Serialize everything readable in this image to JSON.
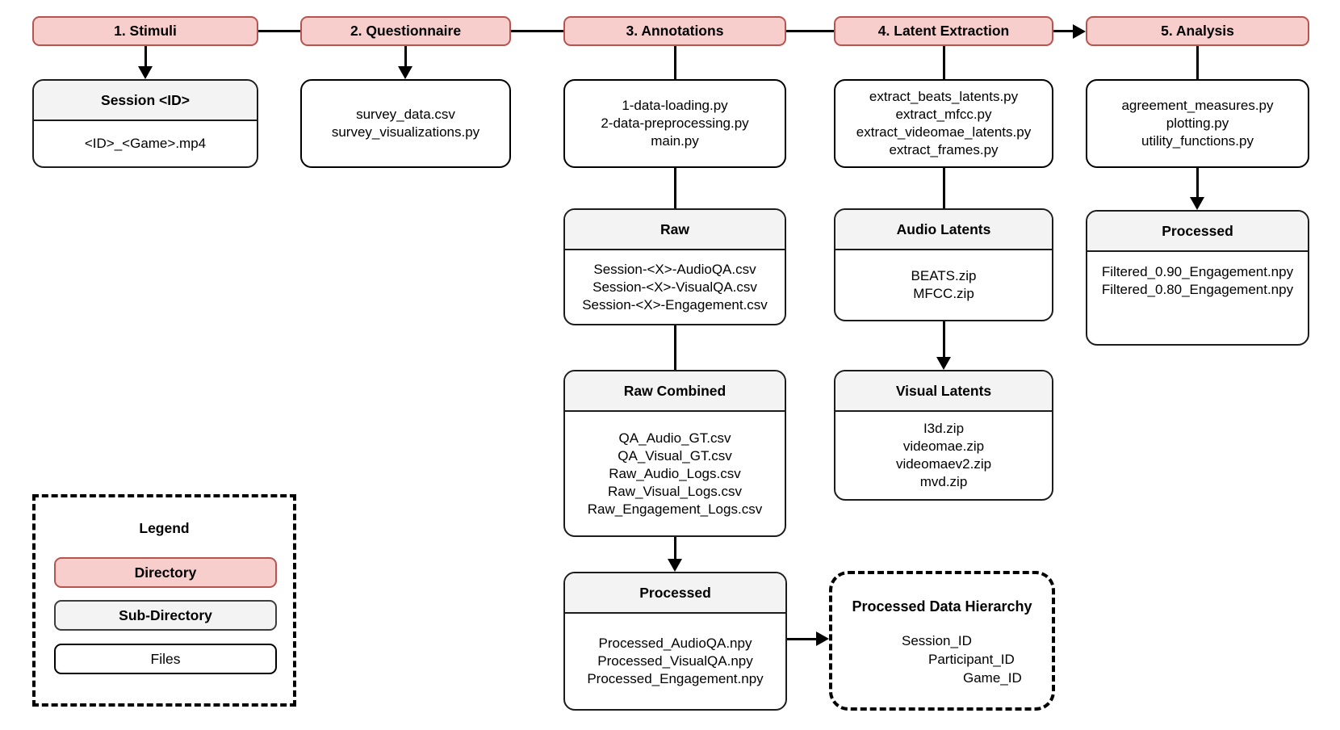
{
  "stages": [
    {
      "label": "1. Stimuli"
    },
    {
      "label": "2. Questionnaire"
    },
    {
      "label": "3. Annotations"
    },
    {
      "label": "4. Latent Extraction"
    },
    {
      "label": "5. Analysis"
    }
  ],
  "stimuli": {
    "session_box": {
      "title": "Session <ID>",
      "files": [
        "<ID>_<Game>.mp4"
      ]
    }
  },
  "questionnaire": {
    "files": [
      "survey_data.csv",
      "survey_visualizations.py"
    ]
  },
  "annotations": {
    "scripts": [
      "1-data-loading.py",
      "2-data-preprocessing.py",
      "main.py"
    ],
    "raw": {
      "title": "Raw",
      "files": [
        "Session-<X>-AudioQA.csv",
        "Session-<X>-VisualQA.csv",
        "Session-<X>-Engagement.csv"
      ]
    },
    "raw_combined": {
      "title": "Raw Combined",
      "files": [
        "QA_Audio_GT.csv",
        "QA_Visual_GT.csv",
        "Raw_Audio_Logs.csv",
        "Raw_Visual_Logs.csv",
        "Raw_Engagement_Logs.csv"
      ]
    },
    "processed": {
      "title": "Processed",
      "files": [
        "Processed_AudioQA.npy",
        "Processed_VisualQA.npy",
        "Processed_Engagement.npy"
      ]
    }
  },
  "latent_extraction": {
    "scripts": [
      "extract_beats_latents.py",
      "extract_mfcc.py",
      "extract_videomae_latents.py",
      "extract_frames.py"
    ],
    "audio_latents": {
      "title": "Audio Latents",
      "files": [
        "BEATS.zip",
        "MFCC.zip"
      ]
    },
    "visual_latents": {
      "title": "Visual Latents",
      "files": [
        "I3d.zip",
        "videomae.zip",
        "videomaev2.zip",
        "mvd.zip"
      ]
    }
  },
  "analysis": {
    "scripts": [
      "agreement_measures.py",
      "plotting.py",
      "utility_functions.py"
    ],
    "processed": {
      "title": "Processed",
      "files": [
        "Filtered_0.90_Engagement.npy",
        "Filtered_0.80_Engagement.npy"
      ]
    }
  },
  "hierarchy": {
    "title": "Processed Data Hierarchy",
    "items": [
      "Session_ID",
      "Participant_ID",
      "Game_ID"
    ]
  },
  "legend": {
    "title": "Legend",
    "directory": "Directory",
    "subdirectory": "Sub-Directory",
    "files": "Files"
  },
  "colors": {
    "directory_fill": "#F8CECC",
    "directory_stroke": "#B85450",
    "subdirectory_fill": "#F5F5F5",
    "line": "#000000"
  }
}
